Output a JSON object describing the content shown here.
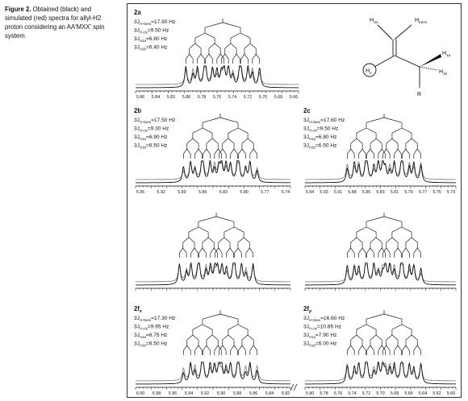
{
  "caption": {
    "label": "Figure 2.",
    "text": "Obtained (black) and simulated (red) spectra for allyl-H2 proton considering an AA'MXX' spin system."
  },
  "structure": {
    "labels": {
      "hcis": "H",
      "hcis_sub": "cis",
      "htrans": "H",
      "htrans_sub": "trans",
      "h2": "H",
      "h2_sub": "2",
      "h1a": "H",
      "h1a_sub": "1a",
      "h1b": "H",
      "h1b_sub": "1b",
      "r": "R"
    }
  },
  "panels": [
    {
      "id": "2a",
      "label": "2a",
      "couplings": [
        {
          "main": "3J",
          "sub": "H-trans",
          "value": "=17.90 Hz"
        },
        {
          "main": "3J",
          "sub": "H-cis",
          "value": "=9.50 Hz"
        },
        {
          "main": "3J",
          "sub": "H1a",
          "value": "=6.80 Hz"
        },
        {
          "main": "3J",
          "sub": "H1b",
          "value": "=6.40 Hz"
        }
      ],
      "ticks": [
        "5.86",
        "5.84",
        "5.82",
        "5.80",
        "5.78",
        "5.76",
        "5.74",
        "5.72",
        "5.70",
        "5.68",
        "5.66"
      ]
    },
    {
      "id": "2b",
      "label": "2b",
      "couplings": [
        {
          "main": "3J",
          "sub": "H-trans",
          "value": "=17.50 Hz"
        },
        {
          "main": "3J",
          "sub": "H-cis",
          "value": "=9.30 Hz"
        },
        {
          "main": "3J",
          "sub": "H1a",
          "value": "=6.90 Hz"
        },
        {
          "main": "3J",
          "sub": "H1b",
          "value": "=6.50 Hz"
        }
      ],
      "ticks": [
        "5.95",
        "5.92",
        "5.89",
        "5.86",
        "5.83",
        "5.80",
        "5.77",
        "5.74"
      ]
    },
    {
      "id": "2c",
      "label": "2c",
      "couplings": [
        {
          "main": "3J",
          "sub": "H-trans",
          "value": "=17.60 Hz"
        },
        {
          "main": "3J",
          "sub": "H-cis",
          "value": "=9.50 Hz"
        },
        {
          "main": "3J",
          "sub": "H1a",
          "value": "=6.80 Hz"
        },
        {
          "main": "3J",
          "sub": "H1b",
          "value": "=6.50 Hz"
        }
      ],
      "ticks": [
        "5.94",
        "5.93",
        "5.91",
        "5.88",
        "5.85",
        "5.83",
        "5.81",
        "5.79",
        "5.77",
        "5.75",
        "5.73"
      ]
    },
    {
      "id": "2d",
      "label": "",
      "couplings": [],
      "ticks": []
    },
    {
      "id": "2e",
      "label": "",
      "couplings": [],
      "ticks": []
    },
    {
      "id": "2f",
      "label": "2f",
      "label_sub": "e",
      "couplings": [
        {
          "main": "3J",
          "sub": "H-trans",
          "value": "=17.30 Hz"
        },
        {
          "main": "3J",
          "sub": "H-cis",
          "value": "=9.95 Hz"
        },
        {
          "main": "3J",
          "sub": "H1a",
          "value": "=6.75 Hz"
        },
        {
          "main": "3J",
          "sub": "H1b",
          "value": "=6.50 Hz"
        }
      ],
      "ticks": [
        "6.00",
        "5.98",
        "5.96",
        "5.94",
        "5.92",
        "5.90",
        "5.88",
        "5.86",
        "5.84",
        "5.82"
      ]
    },
    {
      "id": "2g",
      "label": "2f",
      "label_sub": "p",
      "couplings": [
        {
          "main": "3J",
          "sub": "H-trans",
          "value": "=16.60 Hz"
        },
        {
          "main": "3J",
          "sub": "H-cis",
          "value": "=10.85 Hz"
        },
        {
          "main": "3J",
          "sub": "H1a",
          "value": "=7.90 Hz"
        },
        {
          "main": "3J",
          "sub": "H1b",
          "value": "=6.00 Hz"
        }
      ],
      "ticks": [
        "5.80",
        "5.78",
        "5.76",
        "5.74",
        "5.72",
        "5.70",
        "5.68",
        "5.66",
        "5.64",
        "5.62",
        "5.60"
      ]
    }
  ]
}
